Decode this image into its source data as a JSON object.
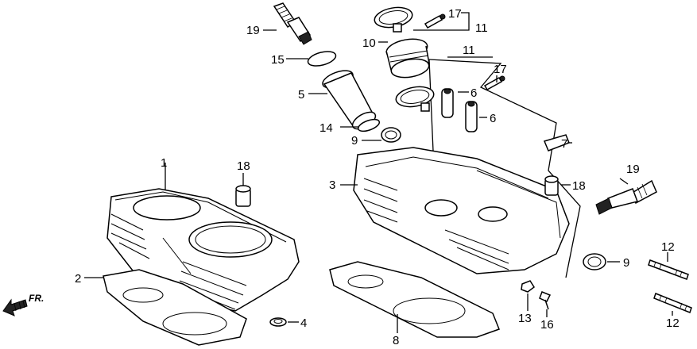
{
  "direction": {
    "label": "FR.",
    "icon": "front-arrow-icon"
  },
  "parts": [
    {
      "id": "cylinder",
      "callout": "1"
    },
    {
      "id": "cylinder-base-gasket",
      "callout": "2"
    },
    {
      "id": "cylinder-head",
      "callout": "3"
    },
    {
      "id": "oil-seal",
      "callout": "4"
    },
    {
      "id": "intake-pipe",
      "callout": "5"
    },
    {
      "id": "valve-guide-upper",
      "callout": "6"
    },
    {
      "id": "valve-guide-lower",
      "callout": "6"
    },
    {
      "id": "guide-pin",
      "callout": "7"
    },
    {
      "id": "head-gasket",
      "callout": "8"
    },
    {
      "id": "insulator-ring-upper",
      "callout": "9"
    },
    {
      "id": "insulator-ring-right",
      "callout": "9"
    },
    {
      "id": "intake-joint",
      "callout": "10"
    },
    {
      "id": "band-assembly-top",
      "callout": "11"
    },
    {
      "id": "band-assembly-middle",
      "callout": "11"
    },
    {
      "id": "stud-bolt-upper",
      "callout": "12"
    },
    {
      "id": "stud-bolt-lower",
      "callout": "12"
    },
    {
      "id": "cap-nut",
      "callout": "13"
    },
    {
      "id": "o-ring-lower",
      "callout": "14"
    },
    {
      "id": "o-ring-upper",
      "callout": "15"
    },
    {
      "id": "bolt",
      "callout": "16"
    },
    {
      "id": "screw-top",
      "callout": "17"
    },
    {
      "id": "screw-middle",
      "callout": "17"
    },
    {
      "id": "dowel-pin-left",
      "callout": "18"
    },
    {
      "id": "dowel-pin-right",
      "callout": "18"
    },
    {
      "id": "spark-plug-left",
      "callout": "19"
    },
    {
      "id": "spark-plug-right",
      "callout": "19"
    }
  ]
}
